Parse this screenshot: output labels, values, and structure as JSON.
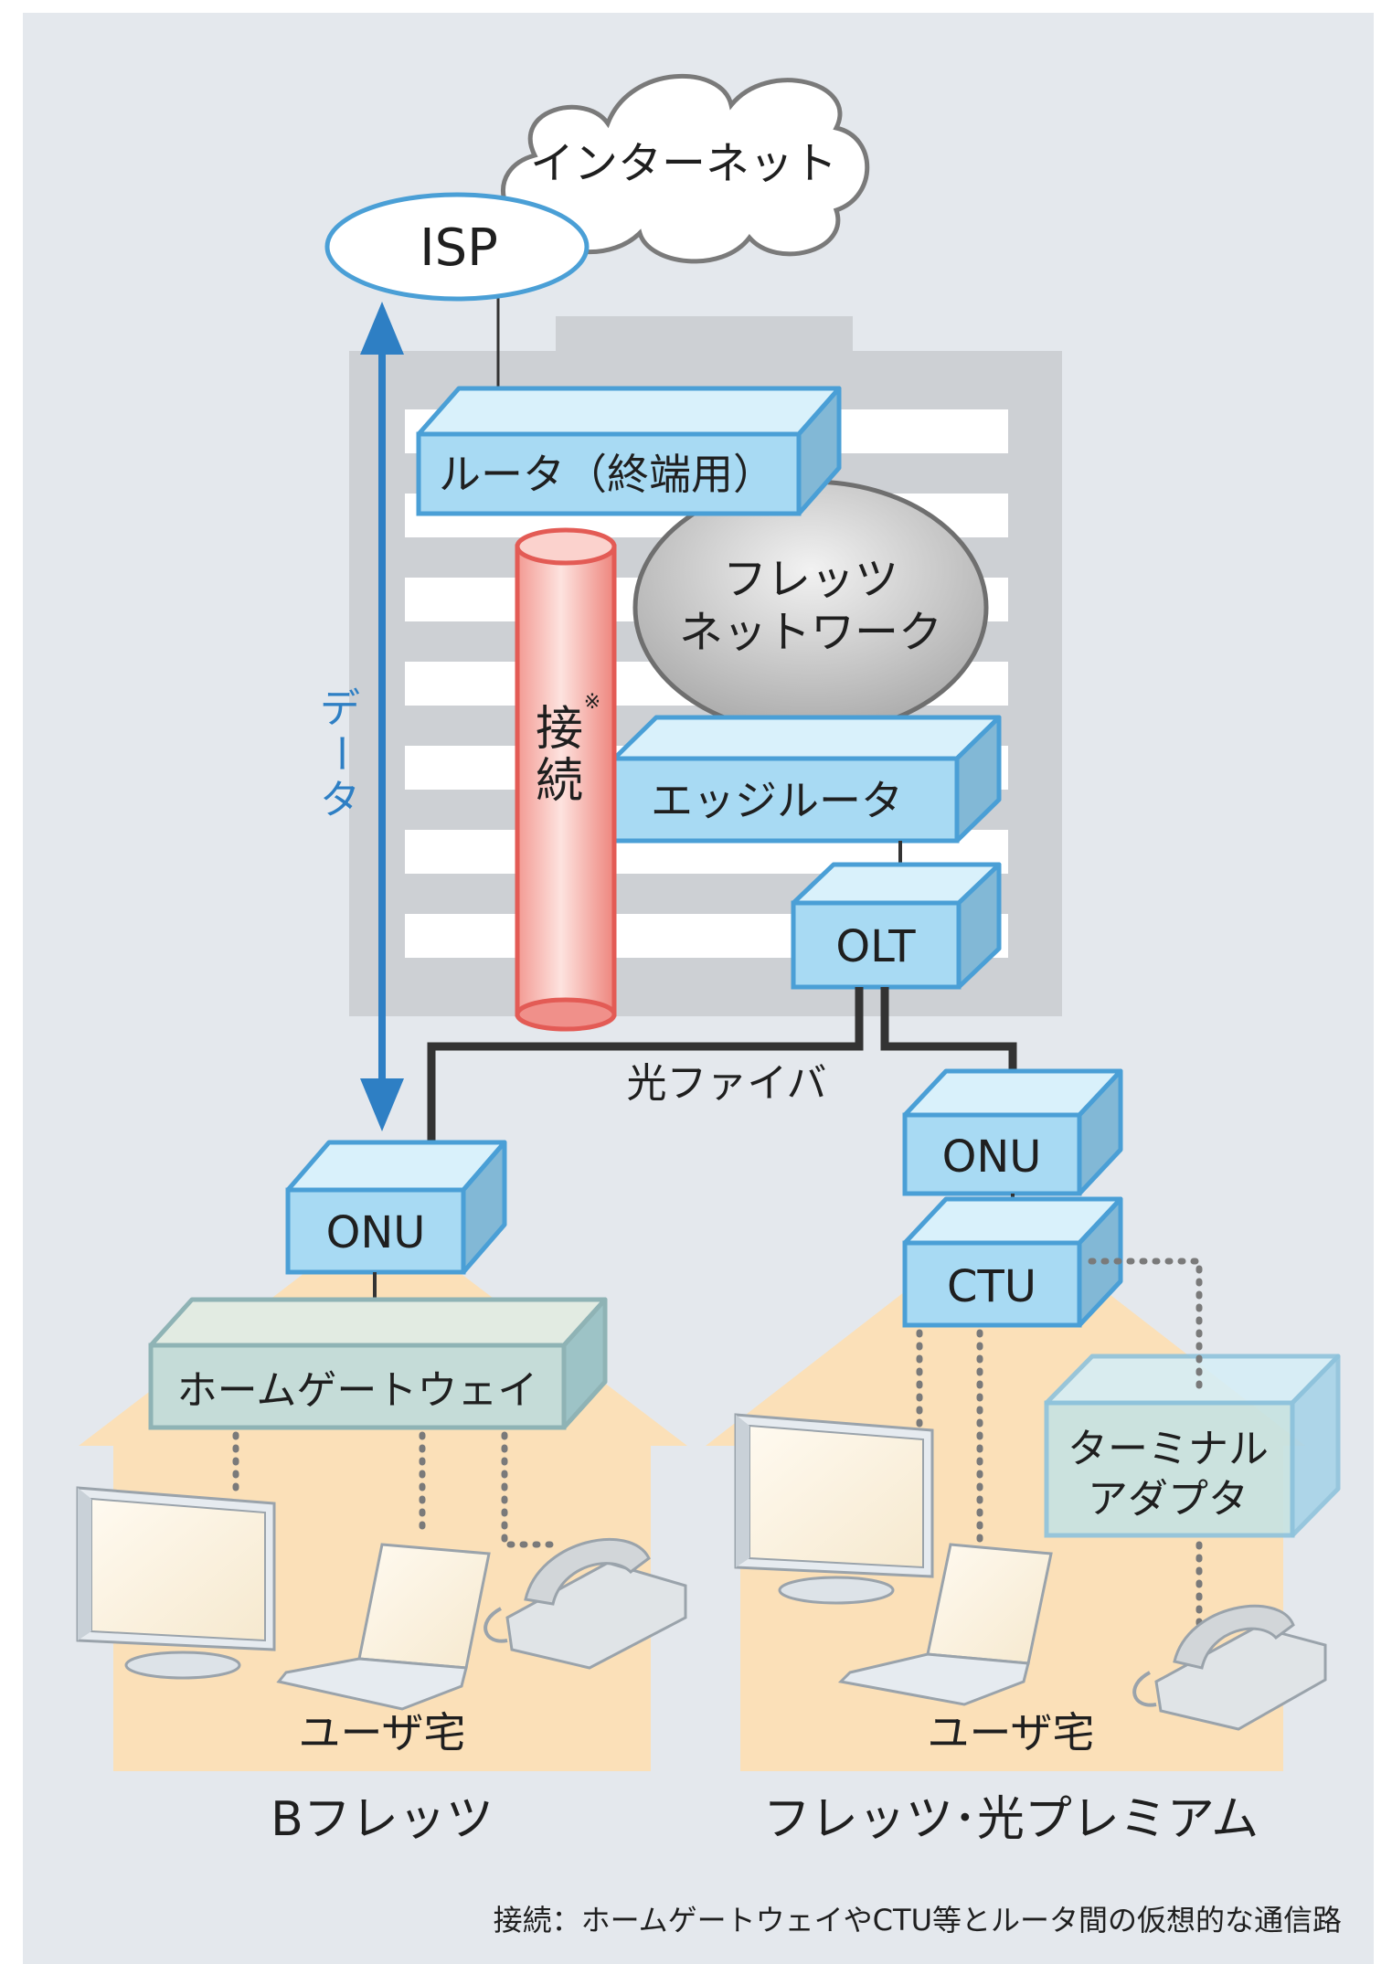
{
  "labels": {
    "internet": "インターネット",
    "isp": "ISP",
    "router_terminal": "ルータ（終端用）",
    "flets_network_line1": "フレッツ",
    "flets_network_line2": "ネットワーク",
    "data_arrow": "データ",
    "connection_char1": "接",
    "connection_char2": "続",
    "connection_mark": "※",
    "edge_router": "エッジルータ",
    "olt": "OLT",
    "optical_fiber": "光ファイバ",
    "onu_left": "ONU",
    "onu_right": "ONU",
    "ctu": "CTU",
    "home_gateway": "ホームゲートウェイ",
    "terminal_adapter_line1": "ターミナル",
    "terminal_adapter_line2": "アダプタ",
    "user_home_left": "ユーザ宅",
    "user_home_right": "ユーザ宅",
    "service_left": "Bフレッツ",
    "service_right": "フレッツ･光プレミアム",
    "footnote": "接続：ホームゲートウェイやCTU等とルータ間の仮想的な通信路"
  },
  "colors": {
    "background": "#e4e8ed",
    "building": "#cdd0d4",
    "device_front": "#a8daf3",
    "device_top": "#d9f1fb",
    "device_side": "#82b8d6",
    "device_border": "#4a9fd6",
    "gateway_front": "#c5dcd8",
    "gateway_border": "#8fb3b5",
    "tunnel": "#f3a09a",
    "tunnel_border": "#e35b55",
    "house": "#fbe0b8",
    "arrow": "#2e7fc4",
    "cloud_network": "#bdbdbd"
  }
}
